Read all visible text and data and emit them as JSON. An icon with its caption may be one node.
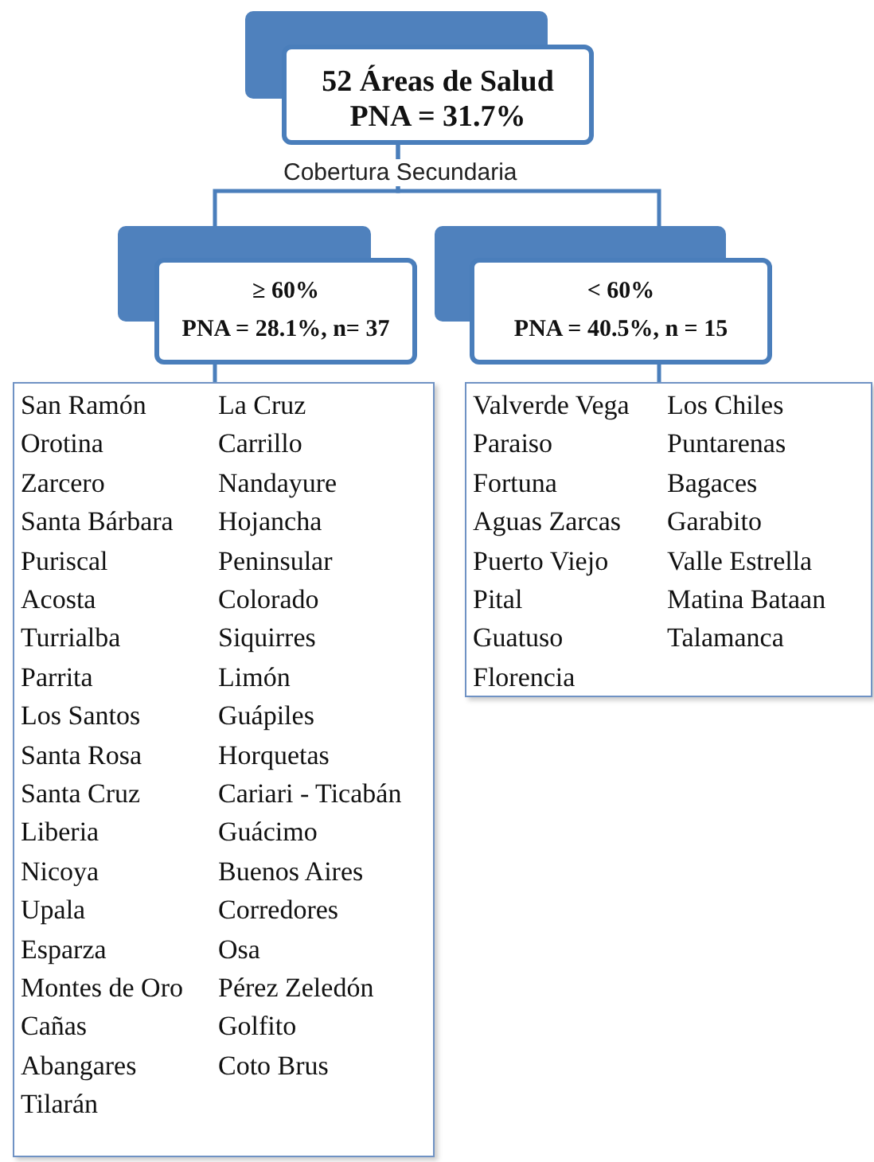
{
  "diagram": {
    "nodes": [
      {
        "text": [
          "52 Áreas de Salud",
          "PNA = 31.7%"
        ]
      },
      {
        "text": [
          "≥ 60%",
          "PNA = 28.1%, n= 37"
        ]
      },
      {
        "text": [
          "< 60%",
          "PNA = 40.5%, n = 15"
        ]
      },
      {
        "text": [
          "San Ramón",
          "Orotina",
          "Zarcero",
          "Santa Bárbara",
          "Puriscal",
          "Acosta",
          "Turrialba",
          "Parrita",
          "Los Santos",
          "Santa Rosa",
          "Santa Cruz",
          "Liberia",
          "Nicoya",
          "Upala",
          "Esparza",
          "Montes de Oro",
          "Cañas",
          "Abangares",
          "Tilarán",
          "La Cruz",
          "Carrillo",
          "Nandayure",
          "Hojancha",
          "Peninsular",
          "Colorado",
          "Siquirres",
          "Limón",
          "Guápiles",
          "Horquetas",
          "Cariari - Ticabán",
          "Guácimo",
          "Buenos Aires",
          "Corredores",
          "Osa",
          "Pérez Zeledón",
          "Golfito",
          "Coto Brus"
        ]
      },
      {
        "text": [
          "Valverde Vega",
          "Paraiso",
          "Fortuna",
          "Aguas Zarcas",
          "Puerto Viejo",
          "Pital",
          "Guatuso",
          "Florencia",
          "Los Chiles",
          "Puntarenas",
          "Bagaces",
          "Garabito",
          "Valle Estrella",
          "Matina Bataan",
          "Talamanca"
        ]
      }
    ],
    "edges": [
      {
        "from": 0,
        "to": 1,
        "arrow": "none"
      },
      {
        "from": 0,
        "to": 2,
        "arrow": "none"
      },
      {
        "from": 1,
        "to": 3,
        "arrow": "none"
      },
      {
        "from": 2,
        "to": 4,
        "arrow": "none"
      }
    ],
    "labels": [
      "Cobertura Secundaria"
    ]
  }
}
